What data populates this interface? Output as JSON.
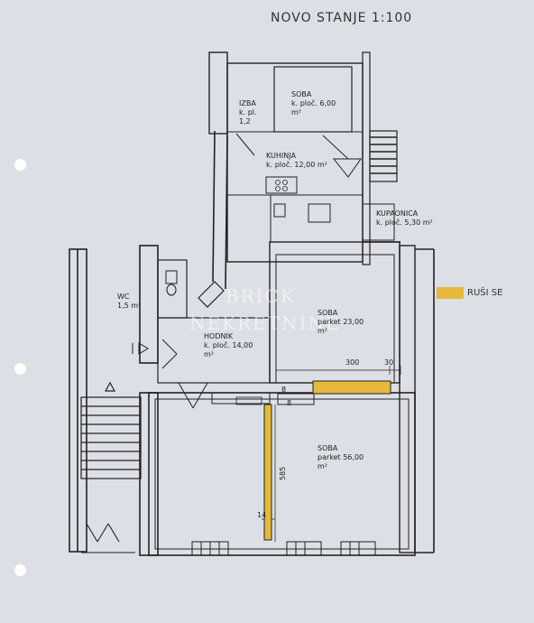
{
  "title": "NOVO STANJE  1:100",
  "legend": {
    "label": "RUŠI SE",
    "color": "#e6b93c"
  },
  "watermark": {
    "line1": "BRICK",
    "line2": "NEKRETNINE"
  },
  "rooms": [
    {
      "name": "SOBA",
      "detail": "k. ploč. 6,00 m²"
    },
    {
      "name": "IZBA",
      "detail": "k. pl. 1,2"
    },
    {
      "name": "KUHINJA",
      "detail": "k. ploč. 12,00 m²"
    },
    {
      "name": "KUPAONICA",
      "detail": "k. ploč. 5,30 m²"
    },
    {
      "name": "WC",
      "detail": "1,5 m²"
    },
    {
      "name": "SOBA",
      "detail": "parket 23,00 m²"
    },
    {
      "name": "HODNIK",
      "detail": "k. ploč. 14,00 m²"
    },
    {
      "name": "SOBA",
      "detail": "parket 56,00 m²"
    }
  ],
  "dimensions": [
    "300",
    "30",
    "8",
    "8",
    "585",
    "14"
  ]
}
